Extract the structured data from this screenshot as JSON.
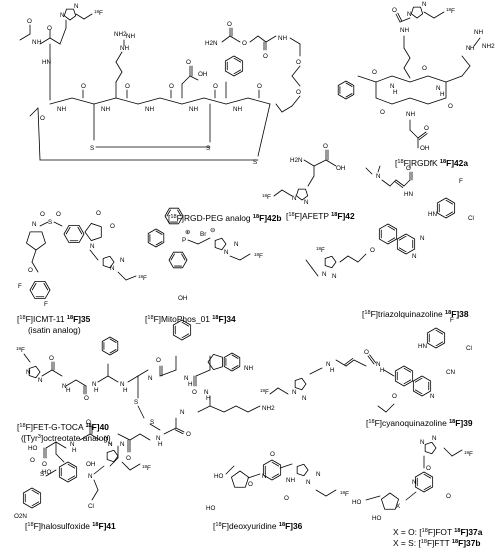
{
  "compounds": [
    {
      "id": "42b",
      "pre": "[",
      "iso": "18",
      "post": "F]RGD-PEG analog ",
      "bold_iso": "18",
      "bold_post": "F]42b"
    },
    {
      "id": "42a",
      "pre": "[",
      "iso": "18",
      "post": "F]RGDfK ",
      "bold_iso": "18",
      "bold_post": "F]42a"
    },
    {
      "id": "42",
      "pre": "[",
      "iso": "18",
      "post": "F]AFETP ",
      "bold_iso": "18",
      "bold_post": "F]42"
    },
    {
      "id": "35",
      "pre": "[",
      "iso": "18",
      "post": "F]ICMT-11 ",
      "bold_iso": "18",
      "bold_post": "F]35",
      "note": "(isatin analog)"
    },
    {
      "id": "34",
      "pre": "[",
      "iso": "18",
      "post": "F]MitoPhos_01 ",
      "bold_iso": "18",
      "bold_post": "F]34"
    },
    {
      "id": "38",
      "pre": "[",
      "iso": "18",
      "post": "F]triazolquinazoline ",
      "bold_iso": "18",
      "bold_post": "F]38"
    },
    {
      "id": "40",
      "pre": "[",
      "iso": "18",
      "post": "F]FET-G-TOCA ",
      "bold_iso": "18",
      "bold_post": "F]40",
      "note_pre": "([Tyr",
      "note_sup": "3",
      "note_post": "]octreotate analog)"
    },
    {
      "id": "39",
      "pre": "[",
      "iso": "18",
      "post": "F]cyanoquinazoline ",
      "bold_iso": "18",
      "bold_post": "F]39"
    },
    {
      "id": "41",
      "pre": "[",
      "iso": "18",
      "post": "F]halosulfoxide ",
      "bold_iso": "18",
      "bold_post": "F]41"
    },
    {
      "id": "36",
      "pre": "[",
      "iso": "18",
      "post": "F]deoxyuridine ",
      "bold_iso": "18",
      "bold_post": "F]36"
    },
    {
      "id": "37a",
      "pre": "X = O: [",
      "iso": "18",
      "post": "F]FOT ",
      "bold_iso": "18",
      "bold_post": "F]37a"
    },
    {
      "id": "37b",
      "pre": "X = S: [",
      "iso": "18",
      "post": "F]FTT ",
      "bold_iso": "18",
      "bold_post": "F]37b"
    }
  ],
  "atoms": {
    "N": "N",
    "O": "O",
    "S": "S",
    "F": "F",
    "H": "H",
    "X": "X",
    "P": "P",
    "Br": "Br",
    "Cl": "Cl",
    "NH": "NH",
    "NH2": "NH2",
    "HN": "HN",
    "H2N": "H2N",
    "OH": "OH",
    "HO": "HO",
    "CN": "CN",
    "NO2": "O2N",
    "iso": "18",
    "plus": "⊕",
    "minus": "⊖"
  }
}
